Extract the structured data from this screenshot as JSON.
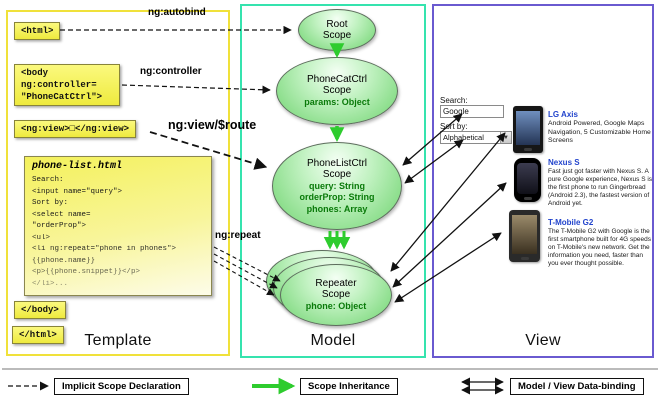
{
  "labels": {
    "template": "Template",
    "model": "Model",
    "view": "View"
  },
  "arrows": {
    "autobind": "ng:autobind",
    "controller": "ng:controller",
    "view_route": "ng:view/$route",
    "repeat": "ng:repeat"
  },
  "template": {
    "html_open": "<html>",
    "body_open_lines": [
      "<body",
      "ng:controller=",
      "\"PhoneCatCtrl\">"
    ],
    "ng_view": "<ng:view>□</ng:view>",
    "phone_list": {
      "title": "phone-list.html",
      "code_lines": [
        "Search:",
        "<input name=\"query\">",
        "Sort by:",
        "<select name=",
        "\"orderProp\">",
        "<ul>",
        "<li ng:repeat=\"phone in phones\">",
        "{{phone.name}}",
        "<p>{{phone.snippet}}</p>",
        "</li>..."
      ]
    },
    "body_close": "</body>",
    "html_close": "</html>"
  },
  "model": {
    "root": {
      "name": "Root\nScope"
    },
    "phonecat": {
      "name": "PhoneCatCtrl\nScope",
      "props": [
        "params: Object"
      ]
    },
    "phonelist": {
      "name": "PhoneListCtrl\nScope",
      "props": [
        "query: String",
        "orderProp: String",
        "phones: Array"
      ]
    },
    "repeater": {
      "name": "Repeater\nScope",
      "props": [
        "phone: Object"
      ]
    }
  },
  "view": {
    "search_label": "Search:",
    "search_value": "Google",
    "sort_label": "Sort by:",
    "sort_value": "Alphabetical",
    "phones": [
      {
        "name": "LG Axis",
        "desc": "Android Powered, Google Maps Navigation, 5 Customizable Home Screens"
      },
      {
        "name": "Nexus S",
        "desc": "Fast just got faster with Nexus S. A pure Google experience, Nexus S is the first phone to run Gingerbread (Android 2.3), the fastest version of Android yet."
      },
      {
        "name": "T-Mobile G2",
        "desc": "The T-Mobile G2 with Google is the first smartphone built for 4G speeds on T-Mobile's new network. Get the information you need, faster than you ever thought possible."
      }
    ]
  },
  "legend": [
    {
      "label": "Implicit Scope Declaration"
    },
    {
      "label": "Scope Inheritance"
    },
    {
      "label": "Model / View Data-binding"
    }
  ],
  "colors": {
    "template_border": "#f0e13a",
    "model_border": "#35e3ae",
    "view_border": "#6a5ad0",
    "inherit_arrow": "#2ecc2e",
    "link": "#2244cc"
  }
}
